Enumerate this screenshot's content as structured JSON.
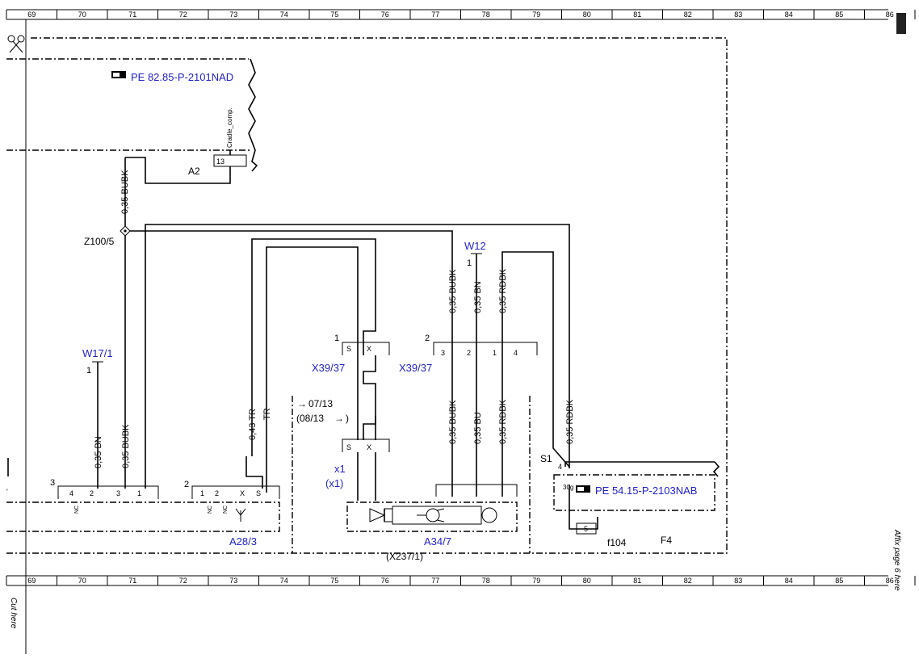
{
  "grid_numbers": [
    "69",
    "70",
    "71",
    "72",
    "73",
    "74",
    "75",
    "76",
    "77",
    "78",
    "79",
    "80",
    "81",
    "82",
    "83",
    "84",
    "85",
    "86"
  ],
  "refs": {
    "ref_top": "PE 82.85-P-2101NAD",
    "ref_bottom": "PE 54.15-P-2103NAB"
  },
  "components": {
    "a2": "A2",
    "z100": "Z100/5",
    "w12": "W12",
    "w17": "W17/1",
    "x39_left": "X39/37",
    "x39_right": "X39/37",
    "a28": "A28/3",
    "a34": "A34/7",
    "x237": "(X237/1)",
    "x1": "x1",
    "x1b": "(x1)",
    "s1": "S1",
    "f104": "f104",
    "f4": "F4"
  },
  "wires": {
    "bubk": "0,35 BUBK",
    "bn": "0,35 BN",
    "rdbk": "0,35 RDBK",
    "bu": "0,35 BU",
    "tr43": "0,43 TR",
    "tr": "TR"
  },
  "pins": {
    "cradle": "Cradle_comp.",
    "p13": "13",
    "p1": "1",
    "p2": "2",
    "p3": "3",
    "p4": "4",
    "p5": "5",
    "s": "S",
    "x": "X",
    "nc": "NC",
    "p30g": "30g"
  },
  "dates": {
    "d1": "07/13",
    "d2": "(08/13",
    "d2end": ")"
  },
  "side": {
    "affix": "Affix page 6 here",
    "cut": "Cut here"
  }
}
